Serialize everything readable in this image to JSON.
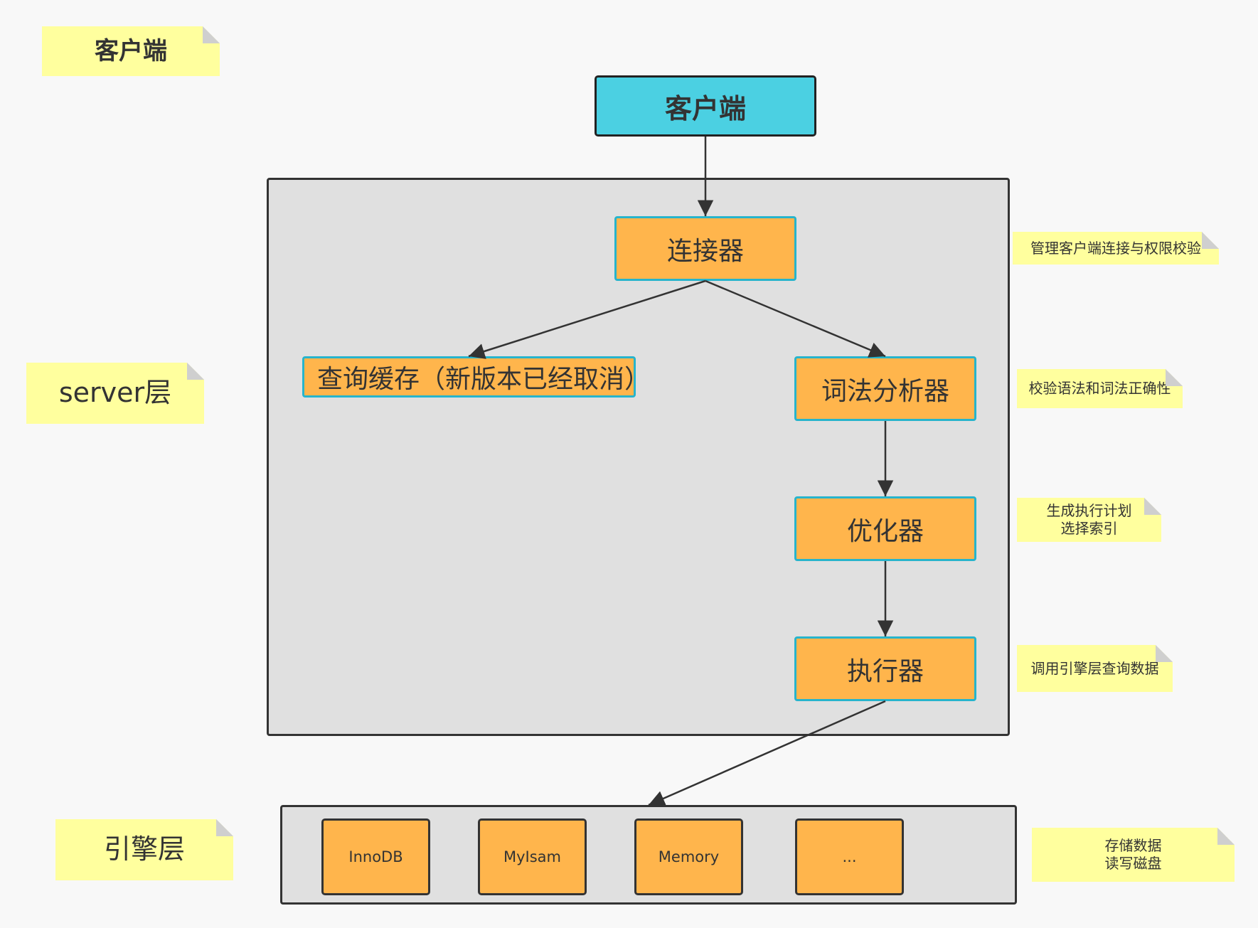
{
  "colors": {
    "background": "#f8f8f8",
    "server_container": "#e0e0e0",
    "component_fill": "#ffb54c",
    "component_border": "#27b4cc",
    "client_fill": "#4bd0e2",
    "note_fill": "#ffff9e",
    "line": "#333333"
  },
  "layer_labels": {
    "client": "客户端",
    "server": "server层",
    "engine": "引擎层"
  },
  "nodes": {
    "client": "客户端",
    "connector": "连接器",
    "query_cache": "查询缓存（新版本已经取消）",
    "lexer": "词法分析器",
    "optimizer": "优化器",
    "executor": "执行器"
  },
  "engines": [
    "InnoDB",
    "MyIsam",
    "Memory",
    "..."
  ],
  "notes": {
    "connector": "管理客户端连接与权限校验",
    "lexer": "校验语法和词法正确性",
    "optimizer": "生成执行计划\n选择索引",
    "executor": "调用引擎层查询数据",
    "engine": "存储数据\n读写磁盘"
  },
  "edges": [
    {
      "from": "client",
      "to": "connector"
    },
    {
      "from": "connector",
      "to": "query_cache"
    },
    {
      "from": "connector",
      "to": "lexer"
    },
    {
      "from": "lexer",
      "to": "optimizer"
    },
    {
      "from": "optimizer",
      "to": "executor"
    },
    {
      "from": "executor",
      "to": "engine_layer"
    }
  ]
}
